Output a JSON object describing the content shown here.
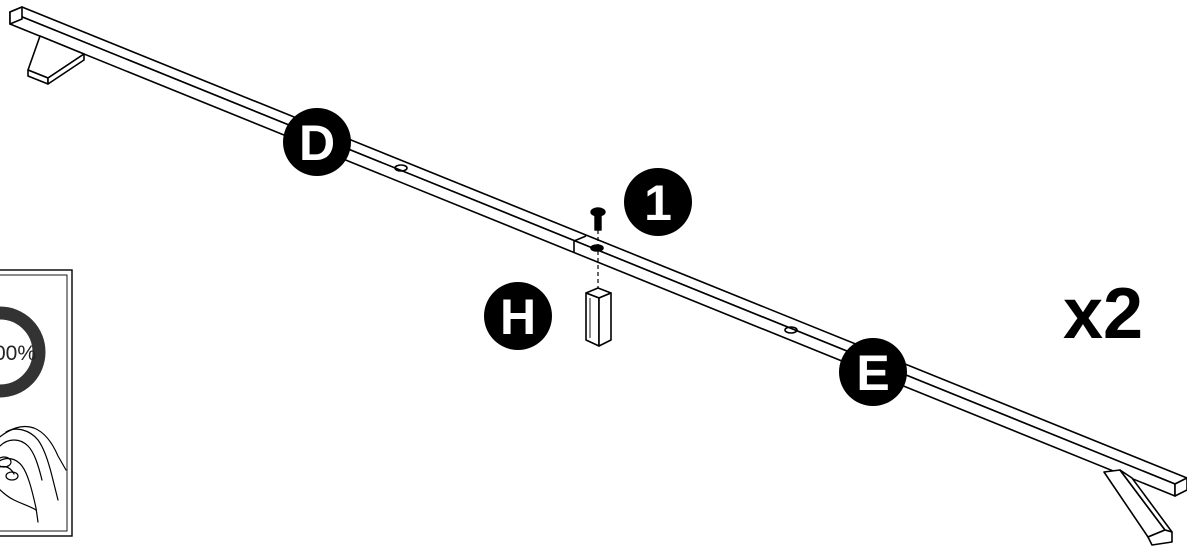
{
  "part_labels": {
    "d": "D",
    "e": "E",
    "h": "H",
    "step": "1"
  },
  "quantity": "x2",
  "inset": {
    "scale_text": "00%",
    "icon": "hand-pressing-icon"
  },
  "colors": {
    "ink": "#000000",
    "paper": "#ffffff"
  }
}
